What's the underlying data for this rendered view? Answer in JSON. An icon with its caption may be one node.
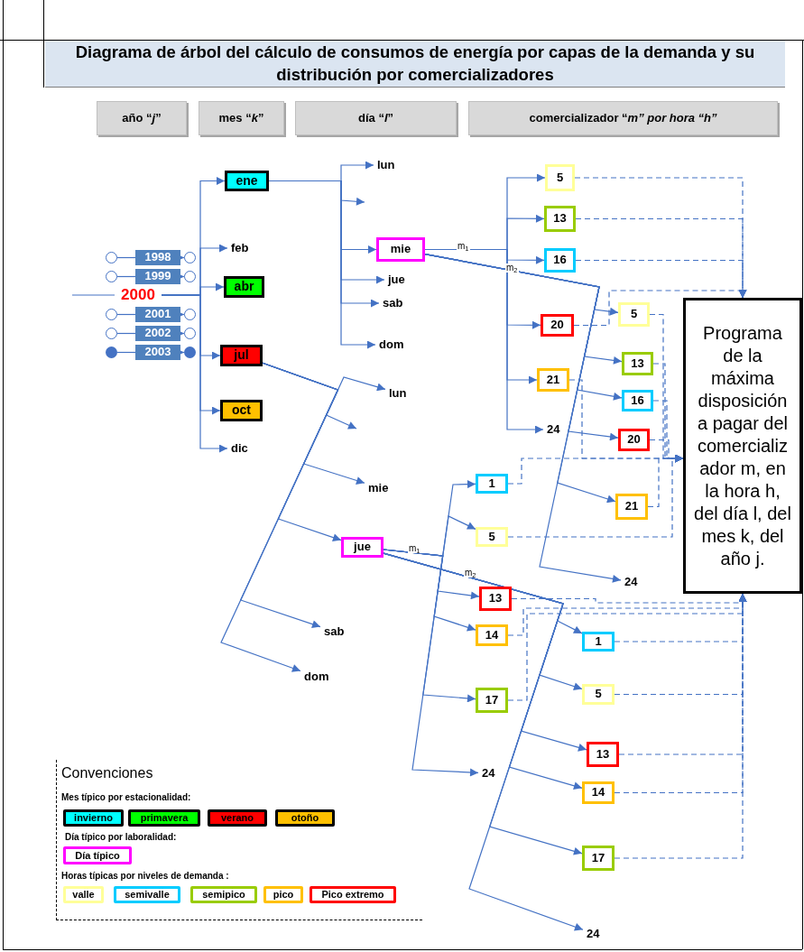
{
  "diagram": {
    "title": "Diagrama de árbol del cálculo de consumos de energía por capas de la demanda y su distribución por comercializadores",
    "nodes": [
      {
        "text": [
          "año “*j*”"
        ]
      },
      {
        "text": [
          "mes “*k*”"
        ]
      },
      {
        "text": [
          "día “*l*”"
        ]
      },
      {
        "text": [
          "comercializador “*m” por hora “h”*"
        ]
      },
      {
        "text": [],
        "shape": "circle"
      },
      {
        "text": [
          "1998"
        ]
      },
      {
        "text": [],
        "shape": "circle"
      },
      {
        "text": [],
        "shape": "circle"
      },
      {
        "text": [
          "1999"
        ]
      },
      {
        "text": [],
        "shape": "circle"
      },
      {
        "text": [
          "2000"
        ]
      },
      {
        "text": [],
        "shape": "circle"
      },
      {
        "text": [
          "2001"
        ]
      },
      {
        "text": [],
        "shape": "circle"
      },
      {
        "text": [],
        "shape": "circle"
      },
      {
        "text": [
          "2002"
        ]
      },
      {
        "text": [],
        "shape": "circle"
      },
      {
        "text": [],
        "shape": "circle"
      },
      {
        "text": [
          "2003"
        ]
      },
      {
        "text": [],
        "shape": "circle"
      },
      {
        "text": [
          "ene"
        ]
      },
      {
        "text": [
          "feb"
        ]
      },
      {
        "text": [
          "abr"
        ]
      },
      {
        "text": [
          "jul"
        ]
      },
      {
        "text": [
          "oct"
        ]
      },
      {
        "text": [
          "dic"
        ]
      },
      {
        "text": [
          "lun"
        ]
      },
      {
        "text": [
          "mie"
        ]
      },
      {
        "text": [
          "jue"
        ]
      },
      {
        "text": [
          "sab"
        ]
      },
      {
        "text": [
          "dom"
        ]
      },
      {
        "text": [
          "lun"
        ]
      },
      {
        "text": [
          "mie"
        ]
      },
      {
        "text": [
          "jue"
        ]
      },
      {
        "text": [
          "sab"
        ]
      },
      {
        "text": [
          "dom"
        ]
      },
      {
        "text": [
          "5"
        ]
      },
      {
        "text": [
          "13"
        ]
      },
      {
        "text": [
          "16"
        ]
      },
      {
        "text": [
          "20"
        ]
      },
      {
        "text": [
          "21"
        ]
      },
      {
        "text": [
          "24"
        ]
      },
      {
        "text": [
          "5"
        ]
      },
      {
        "text": [
          "13"
        ]
      },
      {
        "text": [
          "16"
        ]
      },
      {
        "text": [
          "20"
        ]
      },
      {
        "text": [
          "21"
        ]
      },
      {
        "text": [
          "24"
        ]
      },
      {
        "text": [
          "1"
        ]
      },
      {
        "text": [
          "5"
        ]
      },
      {
        "text": [
          "13"
        ]
      },
      {
        "text": [
          "14"
        ]
      },
      {
        "text": [
          "17"
        ]
      },
      {
        "text": [
          "24"
        ]
      },
      {
        "text": [
          "1"
        ]
      },
      {
        "text": [
          "5"
        ]
      },
      {
        "text": [
          "13"
        ]
      },
      {
        "text": [
          "14"
        ]
      },
      {
        "text": [
          "17"
        ]
      },
      {
        "text": [
          "24"
        ]
      },
      {
        "text": [
          "Programa de la máxima disposición a pagar del comercializador m, en la hora h, del día l, del mes k, del año j."
        ]
      }
    ],
    "edges": [
      {
        "from": 4,
        "to": 5,
        "arrow": "none"
      },
      {
        "from": 5,
        "to": 6,
        "arrow": "to"
      },
      {
        "from": 7,
        "to": 8,
        "arrow": "none"
      },
      {
        "from": 8,
        "to": 9,
        "arrow": "to"
      },
      {
        "from": null,
        "to": 10,
        "arrow": "none"
      },
      {
        "from": 11,
        "to": 12,
        "arrow": "none"
      },
      {
        "from": 12,
        "to": 13,
        "arrow": "to"
      },
      {
        "from": 14,
        "to": 15,
        "arrow": "none"
      },
      {
        "from": 15,
        "to": 16,
        "arrow": "to"
      },
      {
        "from": 17,
        "to": 18,
        "arrow": "none"
      },
      {
        "from": 18,
        "to": 19,
        "arrow": "to"
      },
      {
        "from": 10,
        "to": 20,
        "arrow": "to"
      },
      {
        "from": 10,
        "to": 21,
        "arrow": "to"
      },
      {
        "from": 10,
        "to": 22,
        "arrow": "to"
      },
      {
        "from": 10,
        "to": 23,
        "arrow": "to"
      },
      {
        "from": 10,
        "to": 24,
        "arrow": "to"
      },
      {
        "from": 10,
        "to": 25,
        "arrow": "to"
      },
      {
        "from": 20,
        "to": 26,
        "arrow": "to"
      },
      {
        "from": 20,
        "to": null,
        "arrow": "to"
      },
      {
        "from": 20,
        "to": 27,
        "arrow": "to"
      },
      {
        "from": 20,
        "to": 28,
        "arrow": "to"
      },
      {
        "from": 20,
        "to": 29,
        "arrow": "to"
      },
      {
        "from": 20,
        "to": 30,
        "arrow": "to"
      },
      {
        "from": 23,
        "to": 31,
        "arrow": "to"
      },
      {
        "from": 23,
        "to": null,
        "arrow": "to"
      },
      {
        "from": 23,
        "to": 32,
        "arrow": "to"
      },
      {
        "from": 23,
        "to": 33,
        "arrow": "to"
      },
      {
        "from": 23,
        "to": 34,
        "arrow": "to"
      },
      {
        "from": 23,
        "to": 35,
        "arrow": "to"
      },
      {
        "from": 27,
        "to": 36,
        "arrow": "to",
        "label": "m$_{1}$"
      },
      {
        "from": 27,
        "to": 37,
        "arrow": "to"
      },
      {
        "from": 27,
        "to": 38,
        "arrow": "to"
      },
      {
        "from": 27,
        "to": 39,
        "arrow": "to"
      },
      {
        "from": 27,
        "to": 40,
        "arrow": "to"
      },
      {
        "from": 27,
        "to": 41,
        "arrow": "to"
      },
      {
        "from": 27,
        "to": 42,
        "arrow": "to",
        "label": "m$_{2}$"
      },
      {
        "from": 27,
        "to": 43,
        "arrow": "to"
      },
      {
        "from": 27,
        "to": 44,
        "arrow": "to"
      },
      {
        "from": 27,
        "to": 45,
        "arrow": "to"
      },
      {
        "from": 27,
        "to": 46,
        "arrow": "to"
      },
      {
        "from": 27,
        "to": 47,
        "arrow": "to"
      },
      {
        "from": 33,
        "to": 48,
        "arrow": "to",
        "label": "m$_{1}$"
      },
      {
        "from": 33,
        "to": 49,
        "arrow": "to"
      },
      {
        "from": 33,
        "to": 50,
        "arrow": "to"
      },
      {
        "from": 33,
        "to": 51,
        "arrow": "to"
      },
      {
        "from": 33,
        "to": 52,
        "arrow": "to"
      },
      {
        "from": 33,
        "to": 53,
        "arrow": "to"
      },
      {
        "from": 33,
        "to": 54,
        "arrow": "to",
        "label": "m$_{2}$"
      },
      {
        "from": 33,
        "to": 55,
        "arrow": "to"
      },
      {
        "from": 33,
        "to": 56,
        "arrow": "to"
      },
      {
        "from": 33,
        "to": 57,
        "arrow": "to"
      },
      {
        "from": 33,
        "to": 58,
        "arrow": "to"
      },
      {
        "from": 33,
        "to": 59,
        "arrow": "to"
      },
      {
        "from": 36,
        "to": 60,
        "arrow": "to",
        "style": "dashed"
      },
      {
        "from": 37,
        "to": 60,
        "arrow": "to",
        "style": "dashed"
      },
      {
        "from": 38,
        "to": 60,
        "arrow": "to",
        "style": "dashed"
      },
      {
        "from": 39,
        "to": 60,
        "arrow": "to",
        "style": "dashed"
      },
      {
        "from": 40,
        "to": 60,
        "arrow": "to",
        "style": "dashed"
      },
      {
        "from": 42,
        "to": 60,
        "arrow": "to",
        "style": "dashed"
      },
      {
        "from": 43,
        "to": 60,
        "arrow": "to",
        "style": "dashed"
      },
      {
        "from": 44,
        "to": 60,
        "arrow": "to",
        "style": "dashed"
      },
      {
        "from": 45,
        "to": 60,
        "arrow": "to",
        "style": "dashed"
      },
      {
        "from": 46,
        "to": 60,
        "arrow": "to",
        "style": "dashed"
      },
      {
        "from": 48,
        "to": 60,
        "arrow": "to",
        "style": "dashed"
      },
      {
        "from": 49,
        "to": 60,
        "arrow": "to",
        "style": "dashed"
      },
      {
        "from": 50,
        "to": 60,
        "arrow": "to",
        "style": "dashed"
      },
      {
        "from": 51,
        "to": 60,
        "arrow": "to",
        "style": "dashed"
      },
      {
        "from": 52,
        "to": 60,
        "arrow": "to",
        "style": "dashed"
      },
      {
        "from": 54,
        "to": 60,
        "arrow": "to",
        "style": "dashed"
      },
      {
        "from": 55,
        "to": 60,
        "arrow": "to",
        "style": "dashed"
      },
      {
        "from": 56,
        "to": 60,
        "arrow": "to",
        "style": "dashed"
      },
      {
        "from": 57,
        "to": 60,
        "arrow": "to",
        "style": "dashed"
      },
      {
        "from": 58,
        "to": 60,
        "arrow": "to",
        "style": "dashed"
      }
    ],
    "labels": [
      "Convenciones",
      "Mes típico por estacionalidad:",
      "Día típico por laboralidad:",
      "Horas típicas por niveles de demanda :"
    ],
    "legend": [
      {
        "text": "invierno",
        "color": "#00ffff"
      },
      {
        "text": "primavera",
        "color": "#00ff00"
      },
      {
        "text": "verano",
        "color": "#ff0000"
      },
      {
        "text": "otoño",
        "color": "#ffc000"
      },
      {
        "text": "Día típico",
        "color": "#ff00ff"
      },
      {
        "text": "valle",
        "color": "#ffff99"
      },
      {
        "text": "semivalle",
        "color": "#00ccff"
      },
      {
        "text": "semipico",
        "color": "#99cc00"
      },
      {
        "text": "pico",
        "color": "#ffc000"
      },
      {
        "text": "Pico extremo",
        "color": "#ff0000"
      }
    ]
  }
}
